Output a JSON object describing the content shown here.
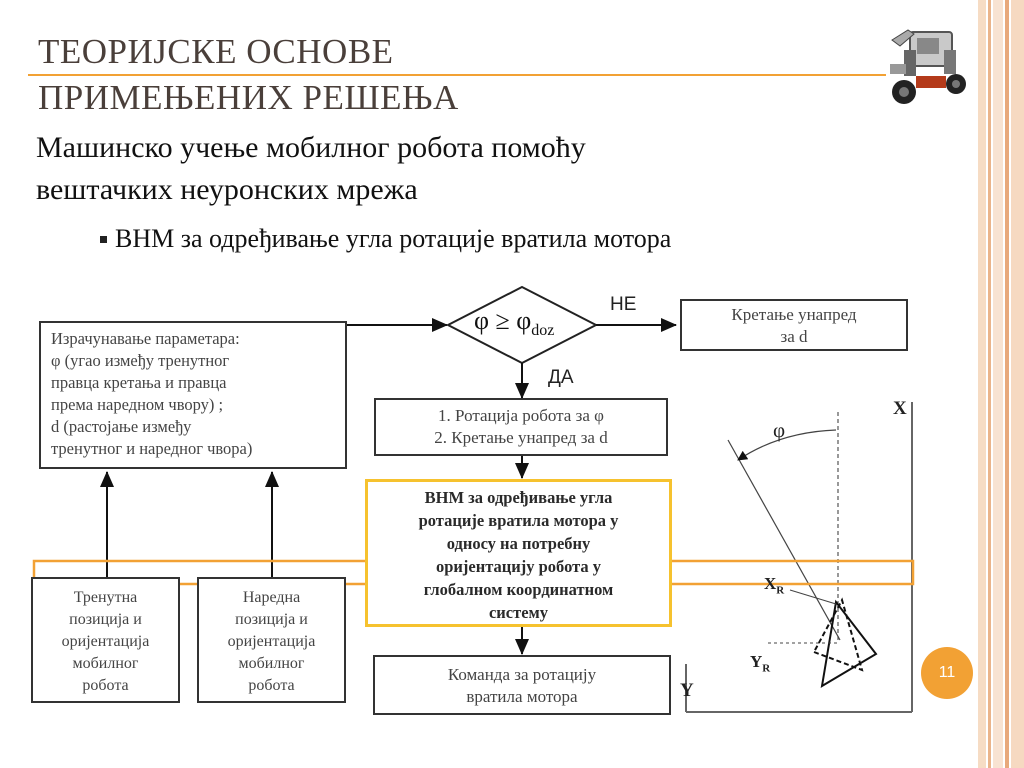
{
  "title": {
    "line1": "ТЕОРИЈСКЕ ОСНОВЕ",
    "line2": "ПРИМЕЊЕНИХ РЕШЕЊА"
  },
  "subtitle": {
    "line1": "Машинско учење мобилног робота помоћу",
    "line2": "вештачких неуронских мрежа"
  },
  "bullet": "ВНМ за одређивање угла ротације вратила мотора",
  "diagram": {
    "params_box": [
      "Израчунавање параметара:",
      "φ (угао између тренутног",
      "правца кретања и правца",
      "према наредном чвору) ;",
      "d (растојање између",
      "тренутног и наредног чвора)"
    ],
    "condition": {
      "phi": "φ ≥ φ",
      "sub": "doz"
    },
    "no_label": "НЕ",
    "yes_label": "ДА",
    "forward_box": [
      "Кретање унапред",
      "за d"
    ],
    "rotate_box": [
      "1. Ротација робота за φ",
      "2. Кретање унапред за d"
    ],
    "ann_box": [
      "ВНМ за одређивање угла",
      "ротације вратила мотора у",
      "односу на потребну",
      "оријентацију робота у",
      "глобалном координатном",
      "систему"
    ],
    "command_box": [
      "Команда за ротацију",
      "вратила мотора"
    ],
    "current_box": [
      "Тренутна",
      "позиција и",
      "оријентација",
      "мобилног",
      "робота"
    ],
    "next_box": [
      "Наредна",
      "позиција и",
      "оријентација",
      "мобилног",
      "робота"
    ],
    "axis_x": "X",
    "axis_y": "Y",
    "phi_label": "φ",
    "xr_label": "X",
    "xr_sub": "R",
    "yr_label": "Y",
    "yr_sub": "R"
  },
  "page_number": "11",
  "colors": {
    "accent_orange": "#f2a134",
    "highlight_yellow": "#f6c22e",
    "title_color": "#4a3f3a",
    "edge_stripe": "#f3c9a6"
  }
}
